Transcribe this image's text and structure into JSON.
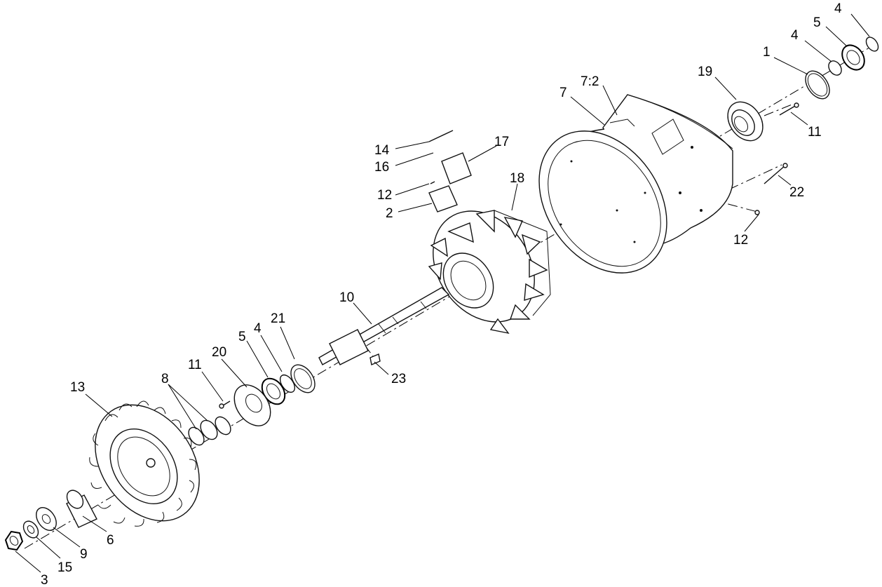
{
  "callouts": {
    "c_4_top": "4",
    "c_5_top": "5",
    "c_4_mid": "4",
    "c_1": "1",
    "c_19": "19",
    "c_7_2": "7:2",
    "c_7": "7",
    "c_11_top": "11",
    "c_22": "22",
    "c_12_right": "12",
    "c_14": "14",
    "c_16": "16",
    "c_17": "17",
    "c_18": "18",
    "c_12_left": "12",
    "c_2": "2",
    "c_10": "10",
    "c_21": "21",
    "c_5_low": "5",
    "c_4_low": "4",
    "c_20": "20",
    "c_11_low": "11",
    "c_8": "8",
    "c_23": "23",
    "c_13": "13",
    "c_6": "6",
    "c_9": "9",
    "c_15": "15",
    "c_3": "3"
  },
  "colors": {
    "line": "#000000",
    "background": "#ffffff"
  }
}
